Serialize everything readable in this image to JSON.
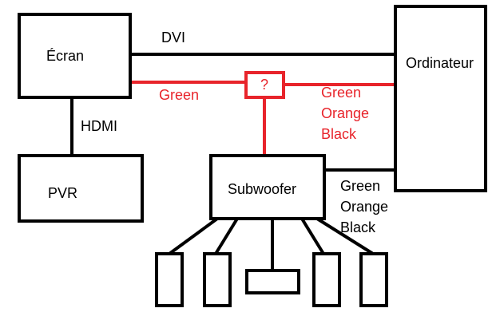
{
  "colors": {
    "line": "#000000",
    "highlight": "#e8242b",
    "background": "#ffffff"
  },
  "nodes": {
    "ecran": "Écran",
    "ordinateur": "Ordinateur",
    "pvr": "PVR",
    "subwoofer": "Subwoofer",
    "unknown": "?"
  },
  "connections": {
    "dvi": "DVI",
    "hdmi": "HDMI",
    "red_left": "Green",
    "red_right": [
      "Green",
      "Orange",
      "Black"
    ],
    "black_right": [
      "Green",
      "Orange",
      "Black"
    ]
  },
  "speakers": {
    "count": 5,
    "center_type": "horizontal"
  }
}
